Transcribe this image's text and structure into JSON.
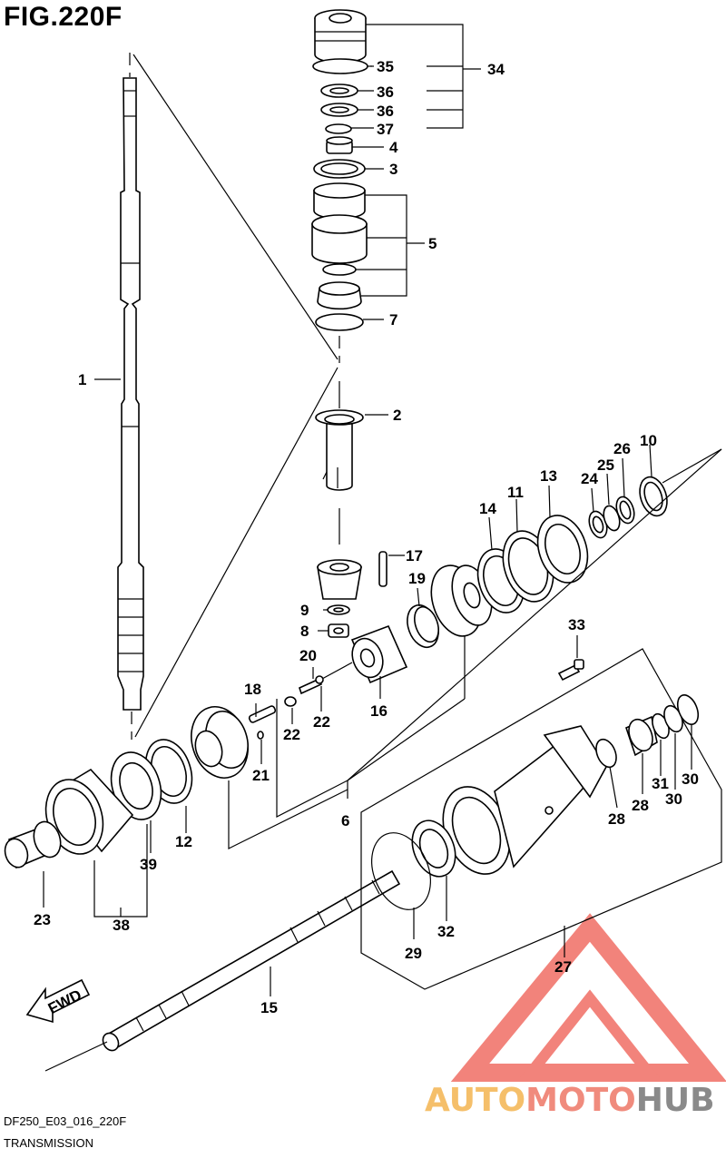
{
  "figure": {
    "title": "FIG.220F"
  },
  "footer": {
    "code": "DF250_E03_016_220F",
    "name": "TRANSMISSION"
  },
  "direction_arrow": {
    "label": "FWD"
  },
  "watermark": {
    "part1": "AUTO",
    "part2": "MOTO",
    "part3": "HUB"
  },
  "callouts": {
    "c1": "1",
    "c2": "2",
    "c3": "3",
    "c4": "4",
    "c5": "5",
    "c6": "6",
    "c7": "7",
    "c8": "8",
    "c9": "9",
    "c10": "10",
    "c11": "11",
    "c12": "12",
    "c13": "13",
    "c14": "14",
    "c15": "15",
    "c16": "16",
    "c17": "17",
    "c18": "18",
    "c19": "19",
    "c20": "20",
    "c21": "21",
    "c22a": "22",
    "c22b": "22",
    "c23": "23",
    "c24": "24",
    "c25": "25",
    "c26": "26",
    "c27": "27",
    "c28a": "28",
    "c28b": "28",
    "c29": "29",
    "c30a": "30",
    "c30b": "30",
    "c31": "31",
    "c32": "32",
    "c33": "33",
    "c34": "34",
    "c35": "35",
    "c36a": "36",
    "c36b": "36",
    "c37": "37",
    "c38": "38",
    "c39": "39"
  },
  "colors": {
    "line": "#000000",
    "watermark_red": "#ee5a4f",
    "watermark_orange": "#f5bf6a",
    "watermark_gray": "#8a8a8a"
  }
}
